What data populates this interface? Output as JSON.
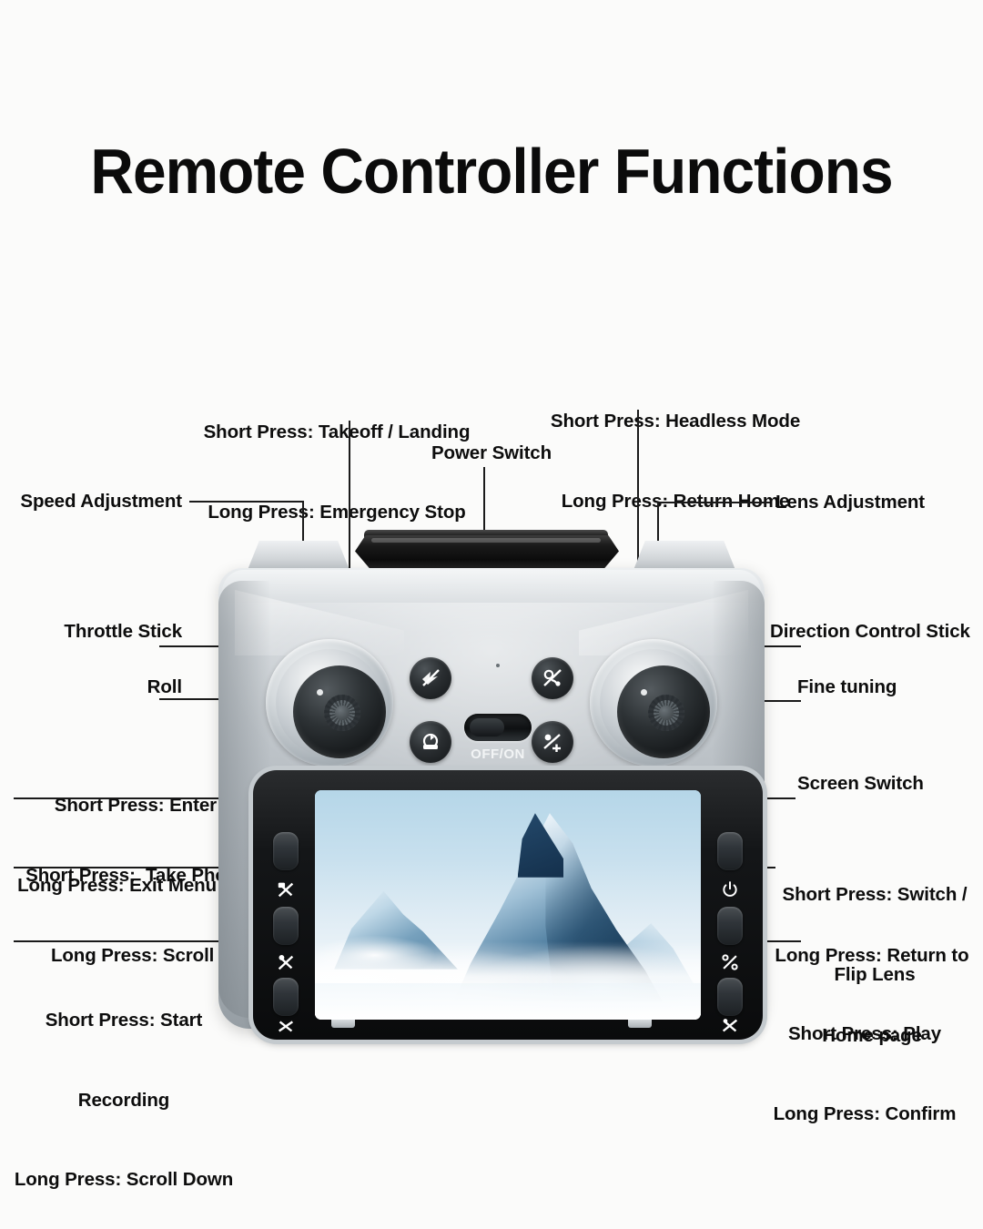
{
  "title": "Remote Controller Functions",
  "device": {
    "power_label": "OFF/ON"
  },
  "callouts": {
    "takeoff": {
      "line1": "Short Press: Takeoff / Landing",
      "line2": "Long Press: Emergency Stop"
    },
    "headless": {
      "line1": "Short Press: Headless Mode",
      "line2": "Long Press: Return Home"
    },
    "power_switch": "Power Switch",
    "speed_adjustment": "Speed Adjustment",
    "lens_adjustment": "Lens Adjustment",
    "throttle_stick": "Throttle Stick",
    "direction_control_stick": "Direction Control Stick",
    "roll": "Roll",
    "fine_tuning": "Fine tuning",
    "enter": {
      "line1": "Short Press: Enter",
      "line2": "Long Press: Exit Menu"
    },
    "take_photo": {
      "line1": "Short Press:  Take Photo",
      "line2": "Long Press: Scroll Up"
    },
    "recording": {
      "line1": "Short Press: Start",
      "line2": "Recording",
      "line3": "Long Press: Scroll Down"
    },
    "screen_switch": "Screen Switch",
    "switch_flip_lens": {
      "line1": "Short Press: Switch /",
      "line2": "Flip Lens"
    },
    "return_home_page": {
      "line1": "Long Press: Return to",
      "line2": "Home page"
    },
    "play_confirm": {
      "line1": "Short Press: Play",
      "line2": "Long Press: Confirm"
    }
  },
  "colors": {
    "background": "#fbfbfa",
    "text": "#0d0d0d",
    "leader_line": "#1a1a1a",
    "body_light": "#e9ecee",
    "body_mid": "#bcc2c7",
    "body_dark": "#969ea4",
    "bezel": "#0a0b0c",
    "sky": "#b5d6e8",
    "snow": "#ffffff",
    "rock": "#1f4d72"
  }
}
